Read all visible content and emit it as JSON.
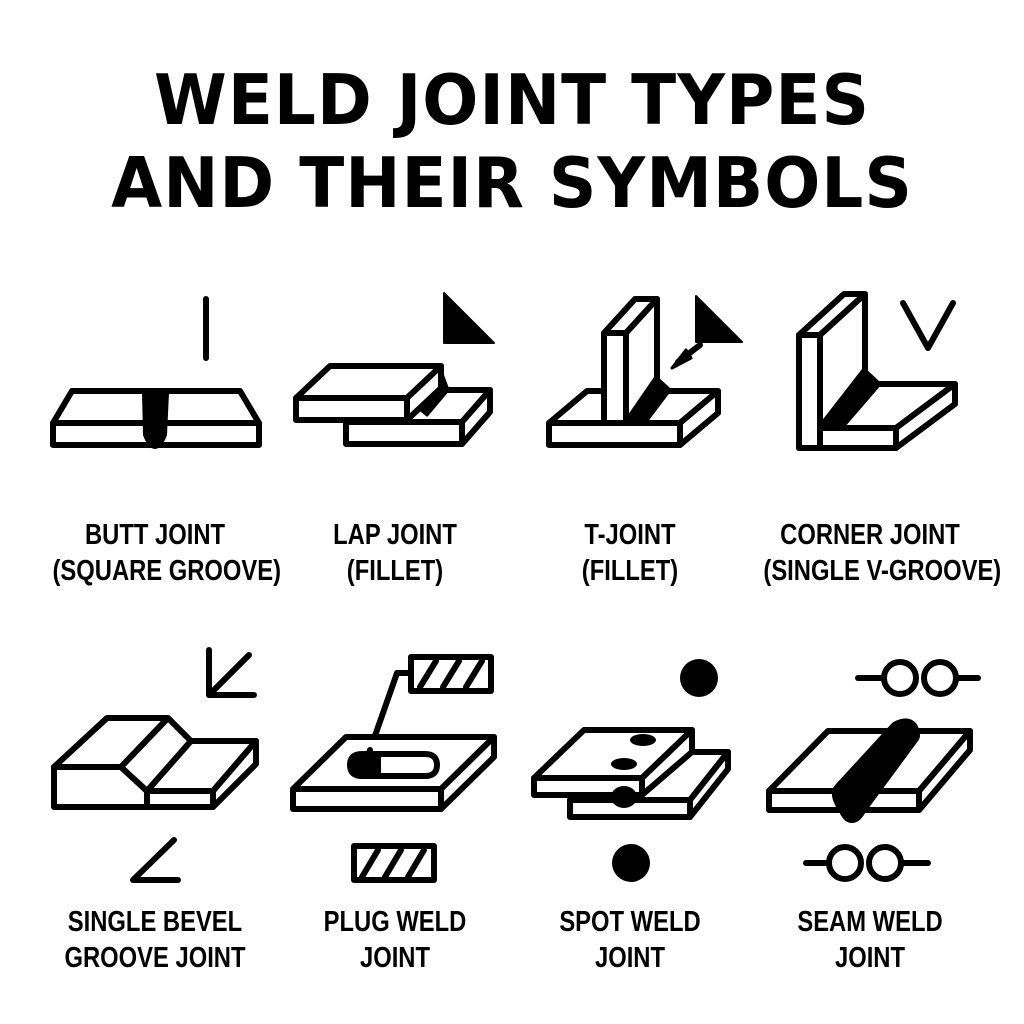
{
  "title": {
    "line1": "WELD JOINT TYPES",
    "line2": "AND THEIR SYMBOLS"
  },
  "joints": [
    {
      "name": "butt-joint",
      "label_line1": "BUTT JOINT",
      "label_line2": "(SQUARE GROOVE)",
      "symbol": "square-groove-line-icon"
    },
    {
      "name": "lap-joint",
      "label_line1": "LAP JOINT",
      "label_line2": "(FILLET)",
      "symbol": "fillet-triangle-icon"
    },
    {
      "name": "t-joint",
      "label_line1": "T-JOINT",
      "label_line2": "(FILLET)",
      "symbol": "fillet-triangle-with-arrow-icon"
    },
    {
      "name": "corner-joint",
      "label_line1": "CORNER JOINT",
      "label_line2": "(SINGLE V-GROOVE)",
      "symbol": "v-groove-icon"
    },
    {
      "name": "single-bevel-groove-joint",
      "label_line1": "SINGLE BEVEL",
      "label_line2": "GROOVE JOINT",
      "symbol": "bevel-groove-icon"
    },
    {
      "name": "plug-weld-joint",
      "label_line1": "PLUG WELD",
      "label_line2": "JOINT",
      "symbol": "hatched-rectangle-icon"
    },
    {
      "name": "spot-weld-joint",
      "label_line1": "SPOT WELD",
      "label_line2": "JOINT",
      "symbol": "filled-circle-icon"
    },
    {
      "name": "seam-weld-joint",
      "label_line1": "SEAM WELD",
      "label_line2": "JOINT",
      "symbol": "double-circle-line-icon"
    }
  ],
  "colors": {
    "ink": "#000000",
    "background": "#ffffff"
  }
}
